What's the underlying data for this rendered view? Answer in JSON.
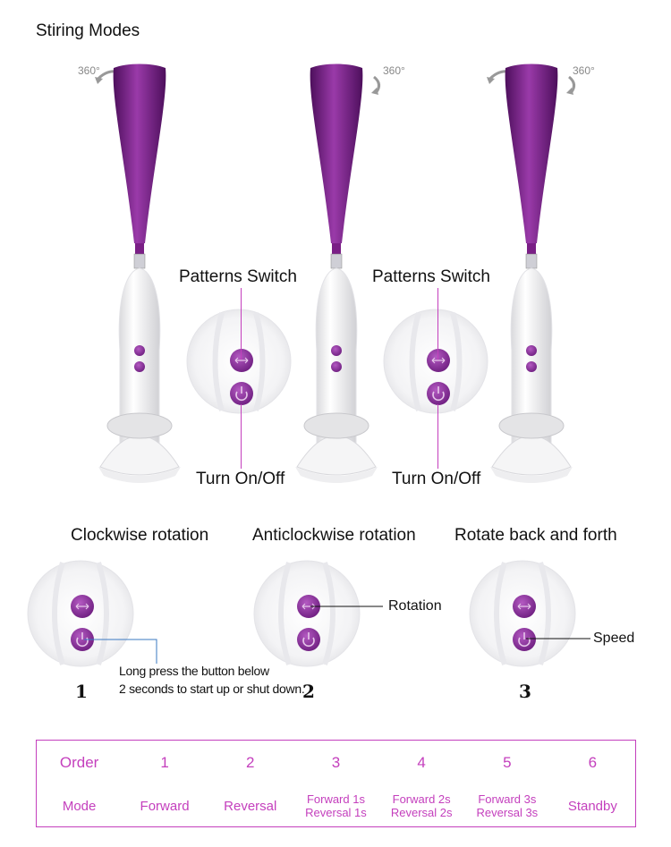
{
  "title": "Stiring Modes",
  "rotation_label": "360°",
  "callouts": {
    "patterns_switch": "Patterns Switch",
    "turn_on_off": "Turn On/Off",
    "rotation": "Rotation",
    "speed": "Speed"
  },
  "modes": [
    {
      "caption": "Clockwise rotation",
      "number": "1"
    },
    {
      "caption": "Anticlockwise rotation",
      "number": "2"
    },
    {
      "caption": "Rotate back and forth",
      "number": "3"
    }
  ],
  "note": {
    "line1": "Long press the button below",
    "line2": "2 seconds to start up or shut down."
  },
  "table": {
    "order_label": "Order",
    "mode_label": "Mode",
    "order": [
      "1",
      "2",
      "3",
      "4",
      "5",
      "6"
    ],
    "mode": [
      {
        "line1": "Forward",
        "line2": ""
      },
      {
        "line1": "Reversal",
        "line2": ""
      },
      {
        "line1": "Forward  1s",
        "line2": "Reversal 1s"
      },
      {
        "line1": "Forward  2s",
        "line2": "Reversal 2s"
      },
      {
        "line1": "Forward  3s",
        "line2": "Reversal 3s"
      },
      {
        "line1": "Standby",
        "line2": ""
      }
    ]
  },
  "colors": {
    "accent": "#c43fbd",
    "purple": "#7a1f86",
    "button": "#8a2f99"
  }
}
